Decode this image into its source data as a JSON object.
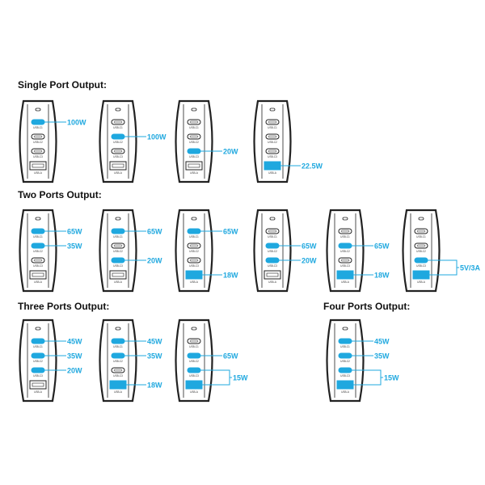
{
  "sections": {
    "single": "Single Port Output:",
    "two": "Two Ports Output:",
    "three": "Three Ports Output:",
    "four": "Four Ports Output:"
  },
  "port_labels": {
    "c1": "USB-C1",
    "c2": "USB-C2",
    "c3": "USB-C3",
    "a": "USB-A"
  },
  "colors": {
    "active": "#1fa8df",
    "outline": "#222222",
    "label": "#1fa8df"
  },
  "configs": [
    {
      "id": "single-c1",
      "section": "single",
      "active": [
        "c1"
      ],
      "labels": [
        {
          "port": "c1",
          "text": "100W"
        }
      ]
    },
    {
      "id": "single-c2",
      "section": "single",
      "active": [
        "c2"
      ],
      "labels": [
        {
          "port": "c2",
          "text": "100W"
        }
      ]
    },
    {
      "id": "single-c3",
      "section": "single",
      "active": [
        "c3"
      ],
      "labels": [
        {
          "port": "c3",
          "text": "20W"
        }
      ]
    },
    {
      "id": "single-a",
      "section": "single",
      "active": [
        "a"
      ],
      "labels": [
        {
          "port": "a",
          "text": "22.5W"
        }
      ]
    },
    {
      "id": "two-c1c2",
      "section": "two",
      "active": [
        "c1",
        "c2"
      ],
      "labels": [
        {
          "port": "c1",
          "text": "65W"
        },
        {
          "port": "c2",
          "text": "35W"
        }
      ]
    },
    {
      "id": "two-c1c3",
      "section": "two",
      "active": [
        "c1",
        "c3"
      ],
      "labels": [
        {
          "port": "c1",
          "text": "65W"
        },
        {
          "port": "c3",
          "text": "20W"
        }
      ]
    },
    {
      "id": "two-c1a",
      "section": "two",
      "active": [
        "c1",
        "a"
      ],
      "labels": [
        {
          "port": "c1",
          "text": "65W"
        },
        {
          "port": "a",
          "text": "18W"
        }
      ]
    },
    {
      "id": "two-c2c3",
      "section": "two",
      "active": [
        "c2",
        "c3"
      ],
      "labels": [
        {
          "port": "c2",
          "text": "65W"
        },
        {
          "port": "c3",
          "text": "20W"
        }
      ]
    },
    {
      "id": "two-c2a",
      "section": "two",
      "active": [
        "c2",
        "a"
      ],
      "labels": [
        {
          "port": "c2",
          "text": "65W"
        },
        {
          "port": "a",
          "text": "18W"
        }
      ]
    },
    {
      "id": "two-c3a",
      "section": "two",
      "active": [
        "c3",
        "a"
      ],
      "labels": [
        {
          "port": "c3a",
          "text": "5V/3A"
        }
      ],
      "bracket": true
    },
    {
      "id": "three-c1c2c3",
      "section": "three",
      "active": [
        "c1",
        "c2",
        "c3"
      ],
      "labels": [
        {
          "port": "c1",
          "text": "45W"
        },
        {
          "port": "c2",
          "text": "35W"
        },
        {
          "port": "c3",
          "text": "20W"
        }
      ]
    },
    {
      "id": "three-c1c2a",
      "section": "three",
      "active": [
        "c1",
        "c2",
        "a"
      ],
      "labels": [
        {
          "port": "c1",
          "text": "45W"
        },
        {
          "port": "c2",
          "text": "35W"
        },
        {
          "port": "a",
          "text": "18W"
        }
      ]
    },
    {
      "id": "three-c2c3a",
      "section": "three",
      "active": [
        "c2",
        "c3",
        "a"
      ],
      "labels": [
        {
          "port": "c2",
          "text": "65W"
        },
        {
          "port": "c3a",
          "text": "15W"
        }
      ],
      "bracket": true
    },
    {
      "id": "four-all",
      "section": "four",
      "active": [
        "c1",
        "c2",
        "c3",
        "a"
      ],
      "labels": [
        {
          "port": "c1",
          "text": "45W"
        },
        {
          "port": "c2",
          "text": "35W"
        },
        {
          "port": "c3a",
          "text": "15W"
        }
      ],
      "bracket": true
    }
  ]
}
